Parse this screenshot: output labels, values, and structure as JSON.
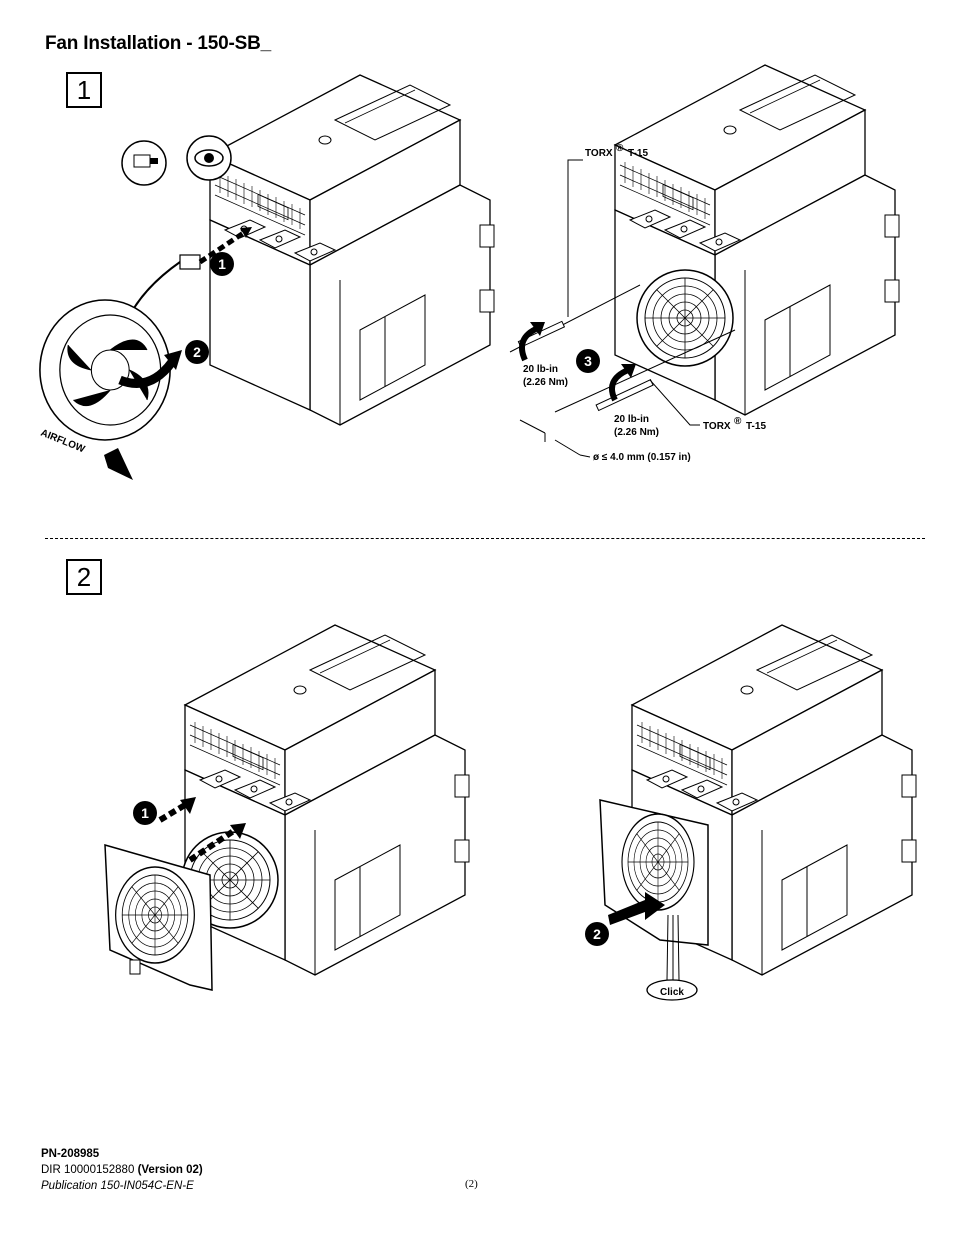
{
  "page": {
    "title": "Fan Installation - 150-SB_",
    "step1_number": "1",
    "step2_number": "2"
  },
  "step1": {
    "callouts": [
      "1",
      "2",
      "3"
    ],
    "airflow_label": "AIRFLOW",
    "torx_label_top": "TORX",
    "torx_size_top": "T-15",
    "torx_label_bottom": "TORX",
    "torx_size_bottom": "T-15",
    "registered_mark": "®",
    "torque_left_1": "20 lb-in",
    "torque_left_2": "(2.26 Nm)",
    "torque_right_1": "20 lb-in",
    "torque_right_2": "(2.26 Nm)",
    "diameter_label": "ø ≤ 4.0 mm (0.157 in)"
  },
  "step2": {
    "callouts": [
      "1",
      "2"
    ],
    "click_label": "Click"
  },
  "footer": {
    "part_number": "PN-208985",
    "dir_prefix": "DIR 10000152880",
    "dir_version": "(Version 02)",
    "publication": "Publication 150-IN054C-EN-E",
    "page_number": "(2)"
  },
  "colors": {
    "ink": "#000000",
    "paper": "#ffffff",
    "shade": "#d9d9d9"
  }
}
